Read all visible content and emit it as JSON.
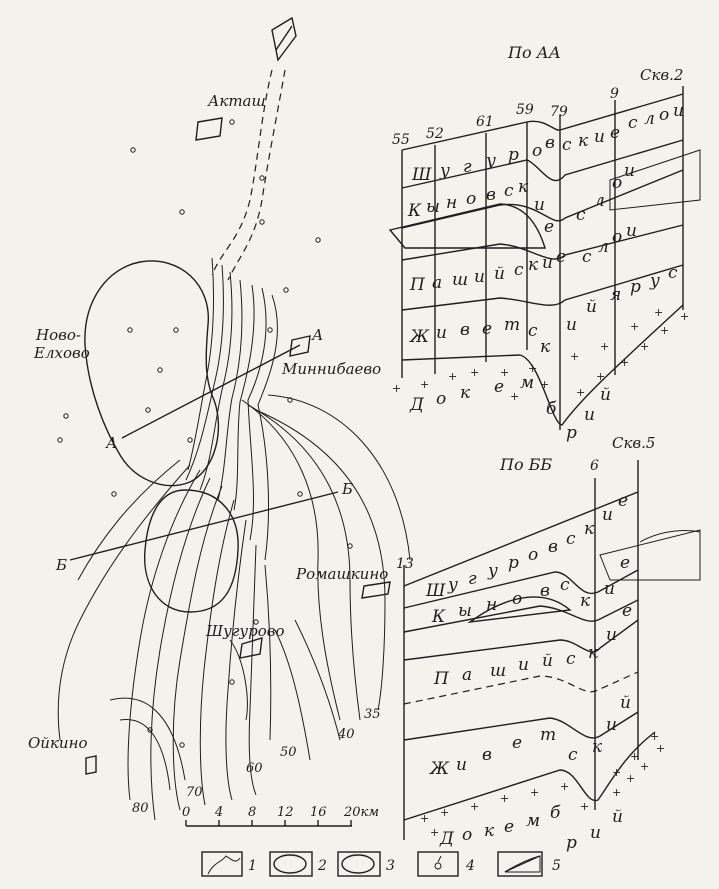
{
  "map": {
    "towns": [
      {
        "name": "Акташ"
      },
      {
        "name": "Ново-"
      },
      {
        "name": "Елхово"
      },
      {
        "name": "Миннибаево"
      },
      {
        "name": "Ромашкино"
      },
      {
        "name": "Шугурово"
      },
      {
        "name": "Ойкино"
      }
    ],
    "section_marks": [
      "А",
      "А",
      "Б",
      "Б"
    ],
    "contour_values": [
      "80",
      "70",
      "60",
      "50",
      "40",
      "35"
    ],
    "scale": {
      "ticks": [
        "0",
        "4",
        "8",
        "12",
        "16",
        "20км"
      ]
    }
  },
  "section_aa": {
    "title": "По АА",
    "well": "Скв.2",
    "wells": [
      "55",
      "52",
      "61",
      "59",
      "79",
      "9"
    ],
    "layers": [
      {
        "letters": [
          "Ш",
          "у",
          "г",
          "у",
          "р",
          "о",
          "в",
          "с",
          "к",
          "и",
          "е",
          "с",
          "л",
          "о",
          "и"
        ]
      },
      {
        "letters": [
          "К",
          "ы",
          "н",
          "о",
          "в",
          "с",
          "к",
          "и",
          "е",
          "с",
          "л",
          "о",
          "и"
        ]
      },
      {
        "letters": [
          "П",
          "а",
          "ш",
          "и",
          "й",
          "с",
          "к",
          "и",
          "е",
          "с",
          "л",
          "о",
          "и"
        ]
      },
      {
        "letters": [
          "Ж",
          "и",
          "в",
          "е",
          "т",
          "с",
          "к",
          "и",
          "й",
          "я",
          "р",
          "у",
          "с"
        ]
      },
      {
        "letters": [
          "Д",
          "о",
          "к",
          "е",
          "м",
          "б",
          "р",
          "и",
          "й"
        ]
      }
    ]
  },
  "section_bb": {
    "title": "По ББ",
    "well": "Скв.5",
    "wells": [
      "13",
      "6"
    ],
    "layers": [
      {
        "letters": [
          "Ш",
          "у",
          "г",
          "у",
          "р",
          "о",
          "в",
          "с",
          "к",
          "и",
          "е"
        ]
      },
      {
        "letters": [
          "К",
          "ы",
          "н",
          "о",
          "в",
          "с",
          "к",
          "и",
          "е"
        ]
      },
      {
        "letters": [
          "П",
          "а",
          "ш",
          "и",
          "й",
          "с",
          "к",
          "и",
          "е"
        ]
      },
      {
        "letters": [
          "Ж",
          "и",
          "в",
          "е",
          "т",
          "с",
          "к",
          "и",
          "й"
        ]
      },
      {
        "letters": [
          "Д",
          "о",
          "к",
          "е",
          "м",
          "б",
          "р",
          "и",
          "й"
        ]
      }
    ]
  },
  "legend": {
    "items": [
      "1",
      "2",
      "3",
      "4",
      "5"
    ]
  }
}
